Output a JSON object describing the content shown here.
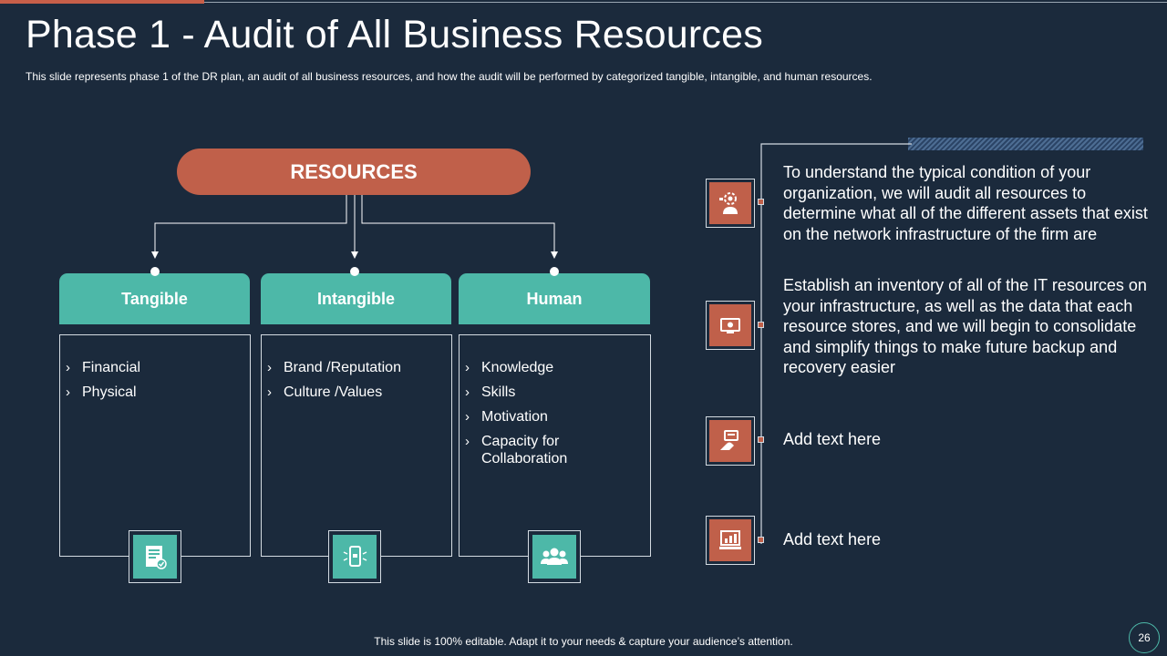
{
  "title": "Phase 1 - Audit of All Business Resources",
  "subtitle": "This slide represents phase 1 of the DR plan, an audit of all business resources, and how the audit will be performed  by categorized tangible, intangible, and human resources.",
  "resources_label": "RESOURCES",
  "categories": [
    {
      "name": "Tangible",
      "items": [
        "Financial",
        "Physical"
      ],
      "icon": "document-icon"
    },
    {
      "name": "Intangible",
      "items": [
        "Brand /Reputation",
        "Culture  /Values"
      ],
      "icon": "tablet-icon"
    },
    {
      "name": "Human",
      "items": [
        "Knowledge",
        "Skills",
        "Motivation",
        "Capacity for Collaboration"
      ],
      "icon": "people-icon"
    }
  ],
  "right_items": [
    {
      "text": "To understand the typical condition of your organization, we will audit all resources to determine what all of the different assets that exist on the network infrastructure of the firm are",
      "icon": "gear-person-icon"
    },
    {
      "text": "Establish an inventory of all of the IT resources on your infrastructure, as well as the data that each resource stores, and we will begin to consolidate and simplify things to make future backup and recovery easier",
      "icon": "monitor-icon"
    },
    {
      "text": "Add text here",
      "icon": "hand-card-icon"
    },
    {
      "text": "Add text here",
      "icon": "chart-screen-icon"
    }
  ],
  "chevron": "›",
  "footer": "This slide is 100% editable. Adapt it to your needs & capture your audience’s attention.",
  "page_number": "26",
  "colors": {
    "background": "#1b2a3c",
    "accent": "#c0604a",
    "teal": "#4db8a8"
  }
}
